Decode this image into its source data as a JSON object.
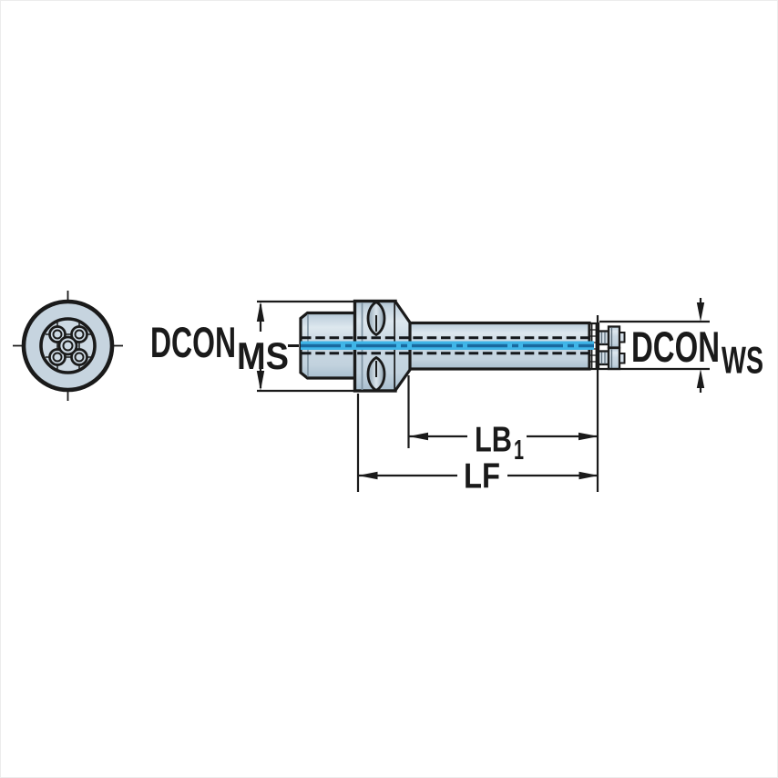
{
  "drawing": {
    "labels": {
      "dcon_ms": {
        "main": "DCON",
        "sub": "MS"
      },
      "dcon_ws": {
        "main": "DCON",
        "sub": "WS"
      },
      "lb1": {
        "main": "LB",
        "sub": "1"
      },
      "lf": {
        "main": "LF"
      }
    },
    "colors": {
      "outline": "#1a1a1a",
      "dimension_line": "#1a1a1a",
      "body_fill": "#c7d5e0",
      "body_highlight": "#dde7ee",
      "body_shadow": "#a9bfcf",
      "coolant_band": "#3fb5e8",
      "coolant_core": "#19699f",
      "background": "#ffffff"
    }
  }
}
